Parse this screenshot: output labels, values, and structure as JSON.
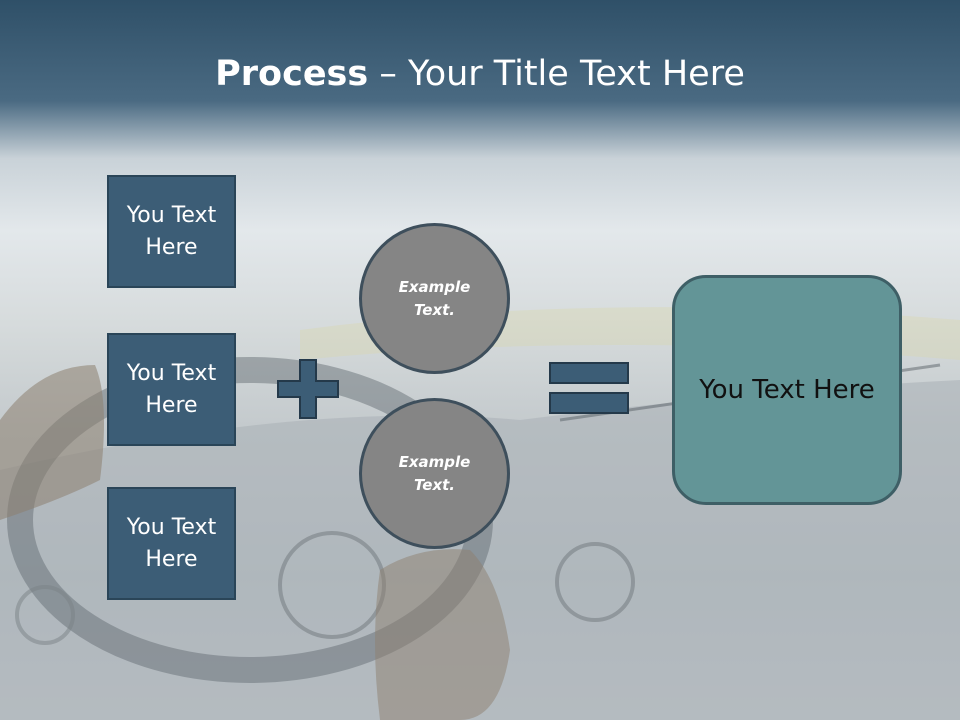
{
  "title": {
    "bold": "Process",
    "rest": " – Your Title Text Here"
  },
  "left_boxes": [
    {
      "label": "You Text\nHere"
    },
    {
      "label": "You Text\nHere"
    },
    {
      "label": "You Text\nHere"
    }
  ],
  "circles": [
    {
      "label": "Example\nText."
    },
    {
      "label": "Example\nText."
    }
  ],
  "result": {
    "label": "You Text Here"
  },
  "colors": {
    "box": "#3c5d76",
    "circle": "#858585",
    "result": "#639597",
    "symbol": "#3c5d76"
  }
}
